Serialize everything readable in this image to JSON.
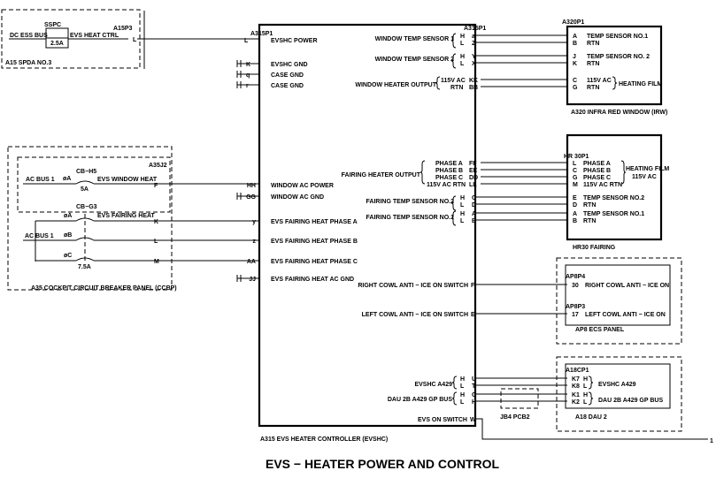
{
  "title": "EVS − HEATER POWER AND CONTROL",
  "sheet_marker": "1",
  "a15": {
    "breaker_caption": "SSPC",
    "bus": "DC ESS BUS",
    "rating": "2.5A",
    "function": "EVS HEAT CTRL",
    "connector": "A15P3",
    "pin": "L",
    "panel": "A15   SPDA NO.3"
  },
  "ccbp": {
    "connector": "A35J2",
    "panel": "A35     COCKPIT CIRCUIT BREAKER PANEL  (CCBP)",
    "window_heat": {
      "bus": "AC BUS 1",
      "phase": "øA",
      "cb": "CB−H5",
      "label": "EVS WINDOW HEAT",
      "rating": "5A",
      "pin": "F"
    },
    "fairing_heat": {
      "bus": "AC BUS 1",
      "cb": "CB−G3",
      "label": "EVS FAIRING HEAT",
      "rating": "7.5A",
      "phases": [
        {
          "phase": "øA",
          "pin": "K"
        },
        {
          "phase": "øB",
          "pin": "L"
        },
        {
          "phase": "øC",
          "pin": "M"
        }
      ]
    }
  },
  "evshc": {
    "connector": "A315P1",
    "connector_right": "A315P1",
    "label": "A315    EVS HEATER CONTROLLER  (EVSHC)",
    "left_pins": [
      {
        "pin": "L",
        "signal": "EVSHC POWER"
      },
      {
        "pin": "K",
        "signal": "EVSHC GND"
      },
      {
        "pin": "q",
        "signal": "CASE GND"
      },
      {
        "pin": "r",
        "signal": "CASE GND"
      },
      {
        "pin": "HH",
        "signal": "WINDOW AC POWER"
      },
      {
        "pin": "GG",
        "signal": "WINDOW AC GND"
      },
      {
        "pin": "y",
        "signal": "EVS FAIRING HEAT PHASE A"
      },
      {
        "pin": "z",
        "signal": "EVS FAIRING HEAT PHASE B"
      },
      {
        "pin": "AA",
        "signal": "EVS FAIRING HEAT PHASE C"
      },
      {
        "pin": "JJ",
        "signal": "EVS FAIRING HEAT AC GND"
      }
    ],
    "right_groups": [
      {
        "name": "WINDOW TEMP SENSOR 1",
        "rows": [
          {
            "hl": "H",
            "pin": "a"
          },
          {
            "hl": "L",
            "pin": "Z"
          }
        ]
      },
      {
        "name": "WINDOW TEMP SENSOR 2",
        "rows": [
          {
            "hl": "H",
            "pin": "Y"
          },
          {
            "hl": "L",
            "pin": "X"
          }
        ]
      },
      {
        "name": "WINDOW HEATER OUTPUT",
        "rows": [
          {
            "hl": "115V AC",
            "pin": "KK"
          },
          {
            "hl": "RTN",
            "pin": "BB"
          }
        ]
      },
      {
        "name": "FAIRING HEATER OUTPUT",
        "rows": [
          {
            "hl": "PHASE A",
            "pin": "FF"
          },
          {
            "hl": "PHASE B",
            "pin": "EE"
          },
          {
            "hl": "PHASE C",
            "pin": "DD"
          },
          {
            "hl": "115V AC RTN",
            "pin": "LL"
          }
        ]
      },
      {
        "name": "FAIRING TEMP SENSOR NO.2",
        "rows": [
          {
            "hl": "H",
            "pin": "C"
          },
          {
            "hl": "L",
            "pin": "D"
          }
        ]
      },
      {
        "name": "FAIRING TEMP SENSOR NO.1",
        "rows": [
          {
            "hl": "H",
            "pin": "A"
          },
          {
            "hl": "L",
            "pin": "B"
          }
        ]
      },
      {
        "name": "RIGHT COWL  ANTI − ICE ON SWITCH",
        "rows": [
          {
            "hl": "",
            "pin": "F"
          }
        ]
      },
      {
        "name": "LEFT COWL ANTI − ICE ON SWITCH",
        "rows": [
          {
            "hl": "",
            "pin": "E"
          }
        ]
      },
      {
        "name": "EVSHC A429",
        "rows": [
          {
            "hl": "H",
            "pin": "U"
          },
          {
            "hl": "L",
            "pin": "T"
          }
        ]
      },
      {
        "name": "DAU 2B  A429 GP BUS",
        "rows": [
          {
            "hl": "H",
            "pin": "G"
          },
          {
            "hl": "L",
            "pin": "H"
          }
        ]
      },
      {
        "name": "EVS ON SWITCH",
        "rows": [
          {
            "hl": "",
            "pin": "W"
          }
        ]
      }
    ]
  },
  "a320": {
    "connector": "A320P1",
    "label": "A320    INFRA RED WINDOW (IRW)",
    "pins": [
      {
        "pin": "A",
        "signal": "TEMP SENSOR NO.1"
      },
      {
        "pin": "B",
        "signal": "RTN"
      },
      {
        "pin": "J",
        "signal": "TEMP SENSOR NO. 2"
      },
      {
        "pin": "K",
        "signal": "RTN"
      },
      {
        "pin": "C",
        "signal": "115V AC"
      },
      {
        "pin": "G",
        "signal": "RTN"
      }
    ],
    "film": "HEATING FILM"
  },
  "hr30": {
    "connector": "HR 30P1",
    "label": "HR30    FAIRING",
    "pins": [
      {
        "pin": "L",
        "signal": "PHASE A"
      },
      {
        "pin": "C",
        "signal": "PHASE B"
      },
      {
        "pin": "G",
        "signal": "PHASE C"
      },
      {
        "pin": "M",
        "signal": "115V AC RTN"
      },
      {
        "pin": "E",
        "signal": "TEMP SENSOR NO.2"
      },
      {
        "pin": "D",
        "signal": "RTN"
      },
      {
        "pin": "A",
        "signal": "TEMP SENSOR NO.1"
      },
      {
        "pin": "B",
        "signal": "RTN"
      }
    ],
    "film": "HEATING FILM",
    "film_volt": "115V AC"
  },
  "ap8": {
    "p4": "AP8P4",
    "p4_pin": "30",
    "p4_signal": "RIGHT COWL ANTI − ICE ON",
    "p3": "AP8P3",
    "p3_pin": "17",
    "p3_signal": "LEFT COWL ANTI − ICE ON",
    "label": "AP8    ECS PANEL"
  },
  "a18": {
    "connector": "A18CP1",
    "label": "A18    DAU 2",
    "rows": [
      {
        "pin": "K7",
        "hl": "H"
      },
      {
        "pin": "K8",
        "hl": "L"
      },
      {
        "pin": "K1",
        "hl": "H"
      },
      {
        "pin": "K2",
        "hl": "L"
      }
    ],
    "sig1": "EVSHC  A429",
    "sig2": "DAU 2B  A429 GP BUS"
  },
  "jb4": "JB4 PCB2"
}
